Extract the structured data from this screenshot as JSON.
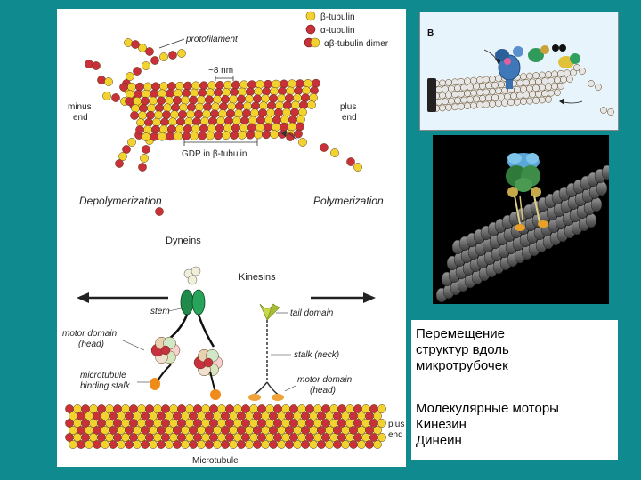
{
  "legend": {
    "beta": "β-tubulin",
    "alpha": "α-tubulin",
    "dimer": "αβ-tubulin dimer"
  },
  "labels": {
    "protofilament": "protofilament",
    "nm": "~8 nm",
    "minus_end_1": "minus",
    "minus_end_2": "end",
    "plus_end_1": "plus",
    "plus_end_2": "end",
    "gdp": "GDP in β-tubulin",
    "depolymerization": "Depolymerization",
    "polymerization": "Polymerization",
    "dyneins": "Dyneins",
    "kinesins": "Kinesins",
    "stem": "stem",
    "tail_domain": "tail domain",
    "motor_domain_1": "motor domain",
    "motor_domain_2": "(head)",
    "stalk_neck": "stalk (neck)",
    "mt_binding_1": "microtubule",
    "mt_binding_2": "binding stalk",
    "motor_domain_r1": "motor domain",
    "motor_domain_r2": "(head)",
    "microtubule": "Microtubule",
    "plus_bottom_1": "plus",
    "plus_bottom_2": "end",
    "panel_b": "B"
  },
  "caption": {
    "line1": "Перемещение",
    "line2": "структур вдоль",
    "line3": "микротрубочек",
    "line4": "Молекулярные моторы",
    "line5": "Кинезин",
    "line6": "Динеин"
  },
  "colors": {
    "beta": "#f2d22e",
    "alpha": "#c8303a",
    "background": "#0f8a8f"
  }
}
